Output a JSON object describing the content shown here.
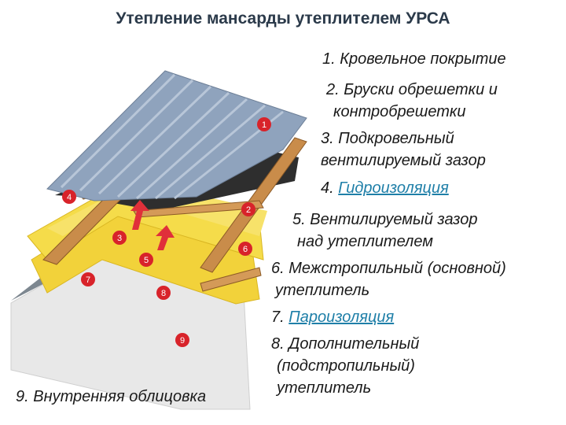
{
  "title": "Утепление мансарды утеплителем УРСА",
  "legend": [
    {
      "num": "1.",
      "text": "Кровельное покрытие"
    },
    {
      "num": "2.",
      "text": "Бруски обрешетки и"
    },
    {
      "num": "",
      "text": "контробрешетки"
    },
    {
      "num": "3.",
      "text": "Подкровельный"
    },
    {
      "num": "",
      "text": "вентилируемый зазор"
    },
    {
      "num": "4.",
      "text": "Гидроизоляция"
    },
    {
      "num": "5.",
      "text": "Вентилируемый зазор"
    },
    {
      "num": "",
      "text": "над утеплителем"
    },
    {
      "num": "6.",
      "text": "Межстропильный (основной)"
    },
    {
      "num": "",
      "text": "утеплитель"
    },
    {
      "num": "7.",
      "text": "Пароизоляция"
    },
    {
      "num": "8.",
      "text": "Дополнительный"
    },
    {
      "num": "",
      "text": "(подстропильный)"
    },
    {
      "num": "",
      "text": "утеплитель"
    }
  ],
  "bottom_label": {
    "num": "9.",
    "text": "Внутренняя облицовка"
  },
  "badges": [
    "1",
    "2",
    "3",
    "4",
    "5",
    "6",
    "7",
    "8",
    "9"
  ],
  "colors": {
    "metal": "#8fa3bd",
    "membrane": "#2e2e2e",
    "wood": "#c98c4a",
    "insulation": "#f2d23a",
    "vapor": "#7d8790",
    "lining": "#e6e6e6",
    "badge": "#d8232a",
    "arrow": "#e0303a"
  }
}
